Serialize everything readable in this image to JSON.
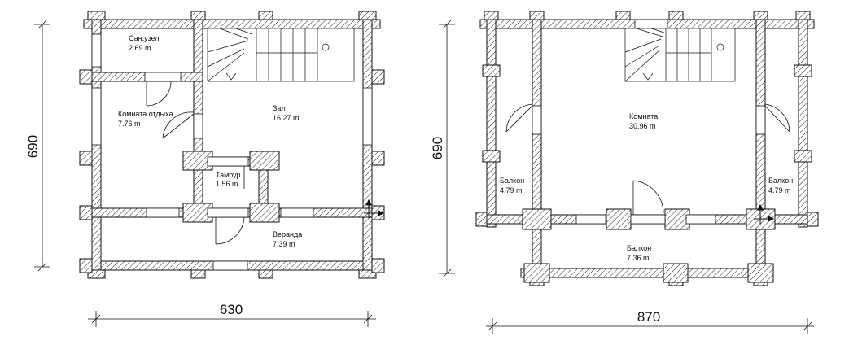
{
  "plan_left": {
    "rooms": [
      {
        "name": "Сан.узел",
        "area": "2.69 m"
      },
      {
        "name": "Комната отдыха",
        "area": "7.76 m"
      },
      {
        "name": "Зал",
        "area": "16.27 m"
      },
      {
        "name": "Тамбур",
        "area": "1.56 m"
      },
      {
        "name": "Веранда",
        "area": "7.39 m"
      }
    ],
    "dim_width": "630",
    "dim_height": "690"
  },
  "plan_right": {
    "rooms": [
      {
        "name": "Комната",
        "area": "30.96 m"
      },
      {
        "name": "Балкон",
        "area": "4.79 m"
      },
      {
        "name": "Балкон",
        "area": "4.79 m"
      },
      {
        "name": "Балкон",
        "area": "7.36 m"
      }
    ],
    "dim_width": "870",
    "dim_height": "690"
  }
}
